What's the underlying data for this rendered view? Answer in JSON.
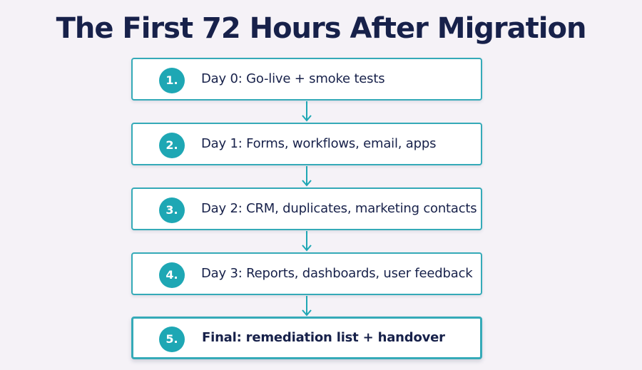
{
  "title": "The First 72 Hours After Migration",
  "colors": {
    "background": "#f5f2f7",
    "title": "#17214a",
    "accent": "#1ea7b4",
    "border": "#35aab8",
    "text": "#17214a"
  },
  "steps": [
    {
      "number": "1.",
      "label": "Day 0: Go-live + smoke tests"
    },
    {
      "number": "2.",
      "label": "Day 1: Forms, workflows, email, apps"
    },
    {
      "number": "3.",
      "label": "Day 2: CRM, duplicates, marketing contacts"
    },
    {
      "number": "4.",
      "label": "Day 3: Reports, dashboards, user feedback"
    },
    {
      "number": "5.",
      "label": "Final: remediation list + handover"
    }
  ]
}
